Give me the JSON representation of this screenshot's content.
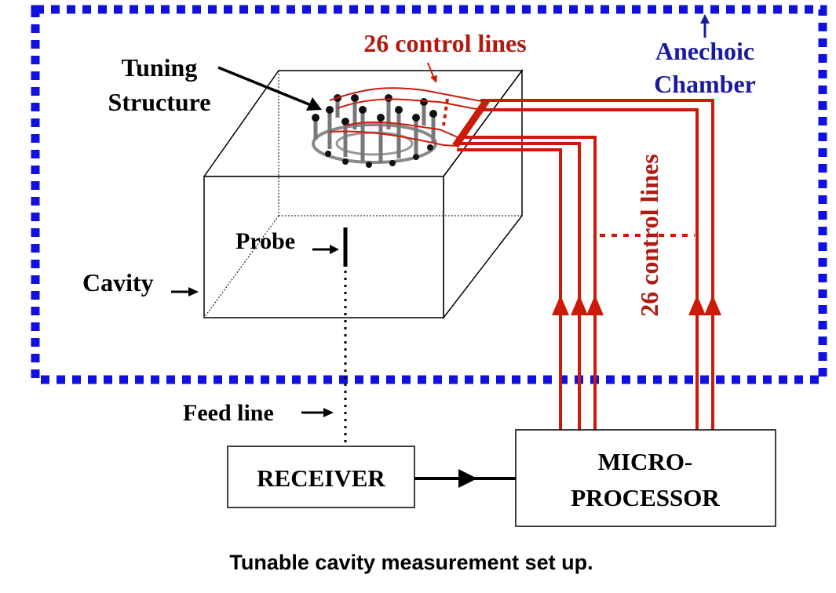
{
  "labels": {
    "tuning_structure_line1": "Tuning",
    "tuning_structure_line2": "Structure",
    "control_lines_top": "26 control lines",
    "control_lines_side": "26 control lines",
    "chamber_line1": "Anechoic",
    "chamber_line2": "Chamber",
    "probe": "Probe",
    "cavity": "Cavity",
    "feed_line": "Feed line",
    "receiver": "RECEIVER",
    "microprocessor_line1": "MICRO-",
    "microprocessor_line2": "PROCESSOR",
    "caption": "Tunable cavity measurement  set up."
  },
  "colors": {
    "chamber_border": "#1010e0",
    "chamber_text": "#1a1aa0",
    "control_lines": "#cc1a0a",
    "control_text": "#b01a10",
    "structure": "#000000"
  }
}
